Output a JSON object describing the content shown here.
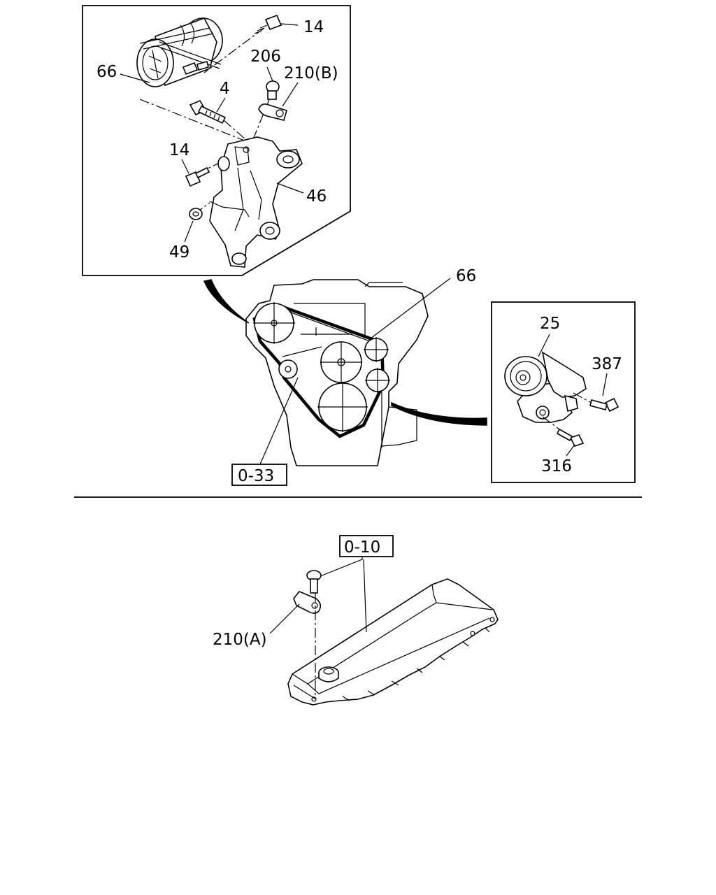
{
  "labels": {
    "top_14": "14",
    "top_206": "206",
    "top_210b": "210(B)",
    "top_66": "66",
    "top_4": "4",
    "top_14b": "14",
    "top_46": "46",
    "top_49": "49",
    "mid_66": "66",
    "tensioner_25": "25",
    "tensioner_387": "387",
    "tensioner_316": "316",
    "ref_033": "0-33",
    "ref_010": "0-10",
    "bottom_210a": "210(A)"
  }
}
